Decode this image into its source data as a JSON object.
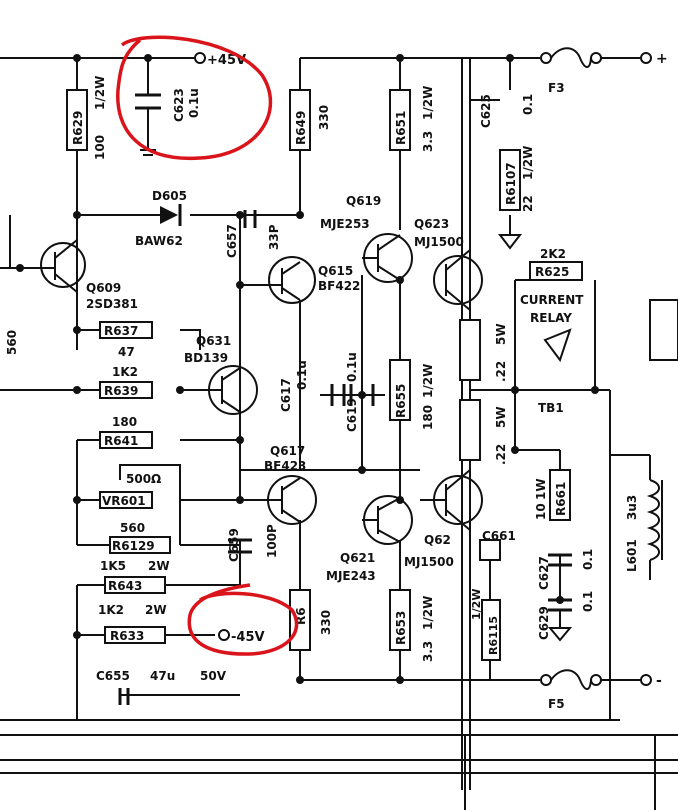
{
  "supply": {
    "pos": "+45V",
    "neg": "-45V",
    "out_top": "+",
    "out_bot": "-"
  },
  "components": {
    "R629": {
      "ref": "R629",
      "value": "100",
      "rating": "1/2W"
    },
    "C623": {
      "ref": "C623",
      "value": "0.1u"
    },
    "R649": {
      "ref": "R649",
      "value": "330"
    },
    "R651": {
      "ref": "R651",
      "value": "3.3",
      "rating": "1/2W"
    },
    "C625": {
      "ref": "C625",
      "value": "0.1"
    },
    "R6107": {
      "ref": "R6107",
      "value": "22",
      "rating": "1/2W"
    },
    "F3": {
      "ref": "F3"
    },
    "F5": {
      "ref": "F5"
    },
    "D605": {
      "ref": "D605",
      "type": "BAW62"
    },
    "C657": {
      "ref": "C657",
      "value": "33P"
    },
    "Q619": {
      "ref": "Q619",
      "type": "MJE253"
    },
    "Q623": {
      "ref": "Q623",
      "type": "MJ1500"
    },
    "Q609": {
      "ref": "Q609",
      "type": "2SD381"
    },
    "Q615": {
      "ref": "Q615",
      "type": "BF422"
    },
    "R625": {
      "ref": "R625",
      "value": "2K2"
    },
    "relay": {
      "label1": "CURRENT",
      "label2": "RELAY"
    },
    "R637": {
      "ref": "R637",
      "value": "47"
    },
    "Q631": {
      "ref": "Q631",
      "type": "BD139"
    },
    "R639": {
      "ref": "R639",
      "value": "1K2"
    },
    "C617": {
      "ref": "C617",
      "value": "0.1u"
    },
    "C619": {
      "ref": "C619",
      "value": "0.1u"
    },
    "R655": {
      "ref": "R655",
      "value": "180",
      "rating": "1/2W"
    },
    "R6top": {
      "value": ".22",
      "rating": "5W"
    },
    "TB1": {
      "ref": "TB1"
    },
    "R641": {
      "ref": "R641",
      "value": "180"
    },
    "Q617": {
      "ref": "Q617",
      "type": "BF423"
    },
    "VR601": {
      "ref": "VR601",
      "value": "500Ω"
    },
    "R6bot": {
      "value": ".22",
      "rating": "5W"
    },
    "R661": {
      "ref": "R661",
      "value": "10",
      "rating": "1W"
    },
    "R6129": {
      "ref": "R6129",
      "value": "560"
    },
    "C659": {
      "ref": "C659",
      "value": "100P"
    },
    "Q621": {
      "ref": "Q621",
      "type": "MJE243"
    },
    "Q625": {
      "ref": "Q62",
      "type": "MJ1500"
    },
    "C661": {
      "ref": "C661"
    },
    "C627": {
      "ref": "C627",
      "value": "0.1"
    },
    "L601": {
      "ref": "L601",
      "value": "3u3"
    },
    "R643": {
      "ref": "R643",
      "value": "1K5",
      "rating": "2W"
    },
    "R633": {
      "ref": "R633",
      "value": "1K2",
      "rating": "2W"
    },
    "R6x": {
      "ref": "R6",
      "value": "330"
    },
    "R653": {
      "ref": "R653",
      "value": "3.3",
      "rating": "1/2W"
    },
    "R6115": {
      "ref": "R6115",
      "rating": "1/2W"
    },
    "C629": {
      "ref": "C629",
      "value": "0.1"
    },
    "C655": {
      "ref": "C655",
      "value": "47u",
      "rating": "50V"
    },
    "left": {
      "value": "560"
    }
  }
}
